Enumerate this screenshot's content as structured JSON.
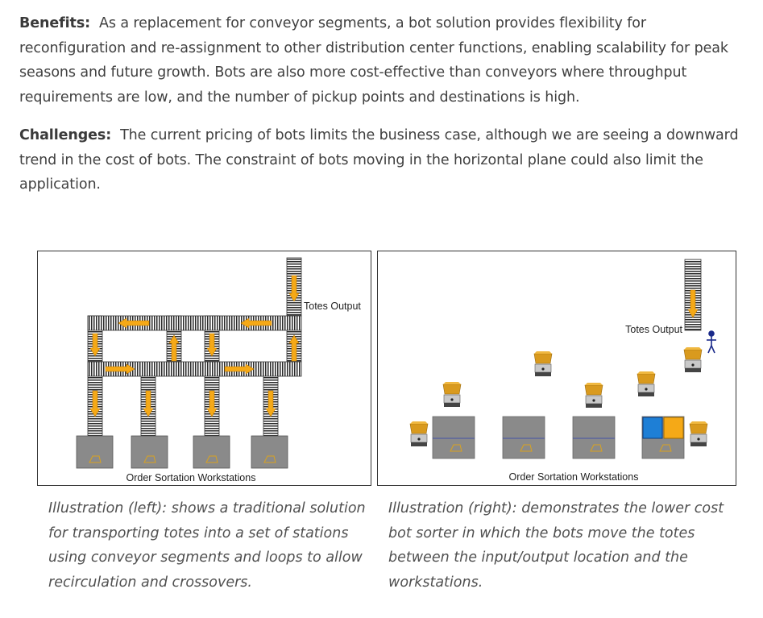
{
  "benefits": {
    "label": "Benefits:",
    "text": "As a replacement for conveyor segments, a bot solution provides flexibility for reconfiguration and re-assignment to other distribution center functions, enabling scalability for peak seasons and future growth.  Bots are also more cost-effective than conveyors where throughput requirements are low, and the number of pickup points and destinations is high."
  },
  "challenges": {
    "label": "Challenges:",
    "text": "The current pricing of bots limits the business case, although we are seeing a downward trend in the cost of bots.  The constraint of bots moving in the horizontal plane could also limit the application."
  },
  "left_illustration": {
    "totes_output_label": "Totes Output",
    "workstations_label": "Order Sortation Workstations",
    "caption": "Illustration (left): shows a traditional solution for transporting totes into a set of stations using conveyor segments and loops to allow recirculation and crossovers."
  },
  "right_illustration": {
    "totes_output_label": "Totes Output",
    "workstations_label": "Order Sortation Workstations",
    "caption": "Illustration (right): demonstrates the lower cost bot sorter in which the bots move the totes between the input/output location and the workstations."
  },
  "colors": {
    "arrow_fill": "#f5a917",
    "tote_fill": "#d99a1e",
    "station_fill": "#8a8a8a",
    "station_outline": "#2c3fb0",
    "blue_tote": "#1e7fd6",
    "person": "#1a2a8a"
  },
  "icons": [
    "conveyor-belt-icon",
    "arrow-icon",
    "bot-icon",
    "tote-icon",
    "workstation-icon",
    "person-icon"
  ]
}
